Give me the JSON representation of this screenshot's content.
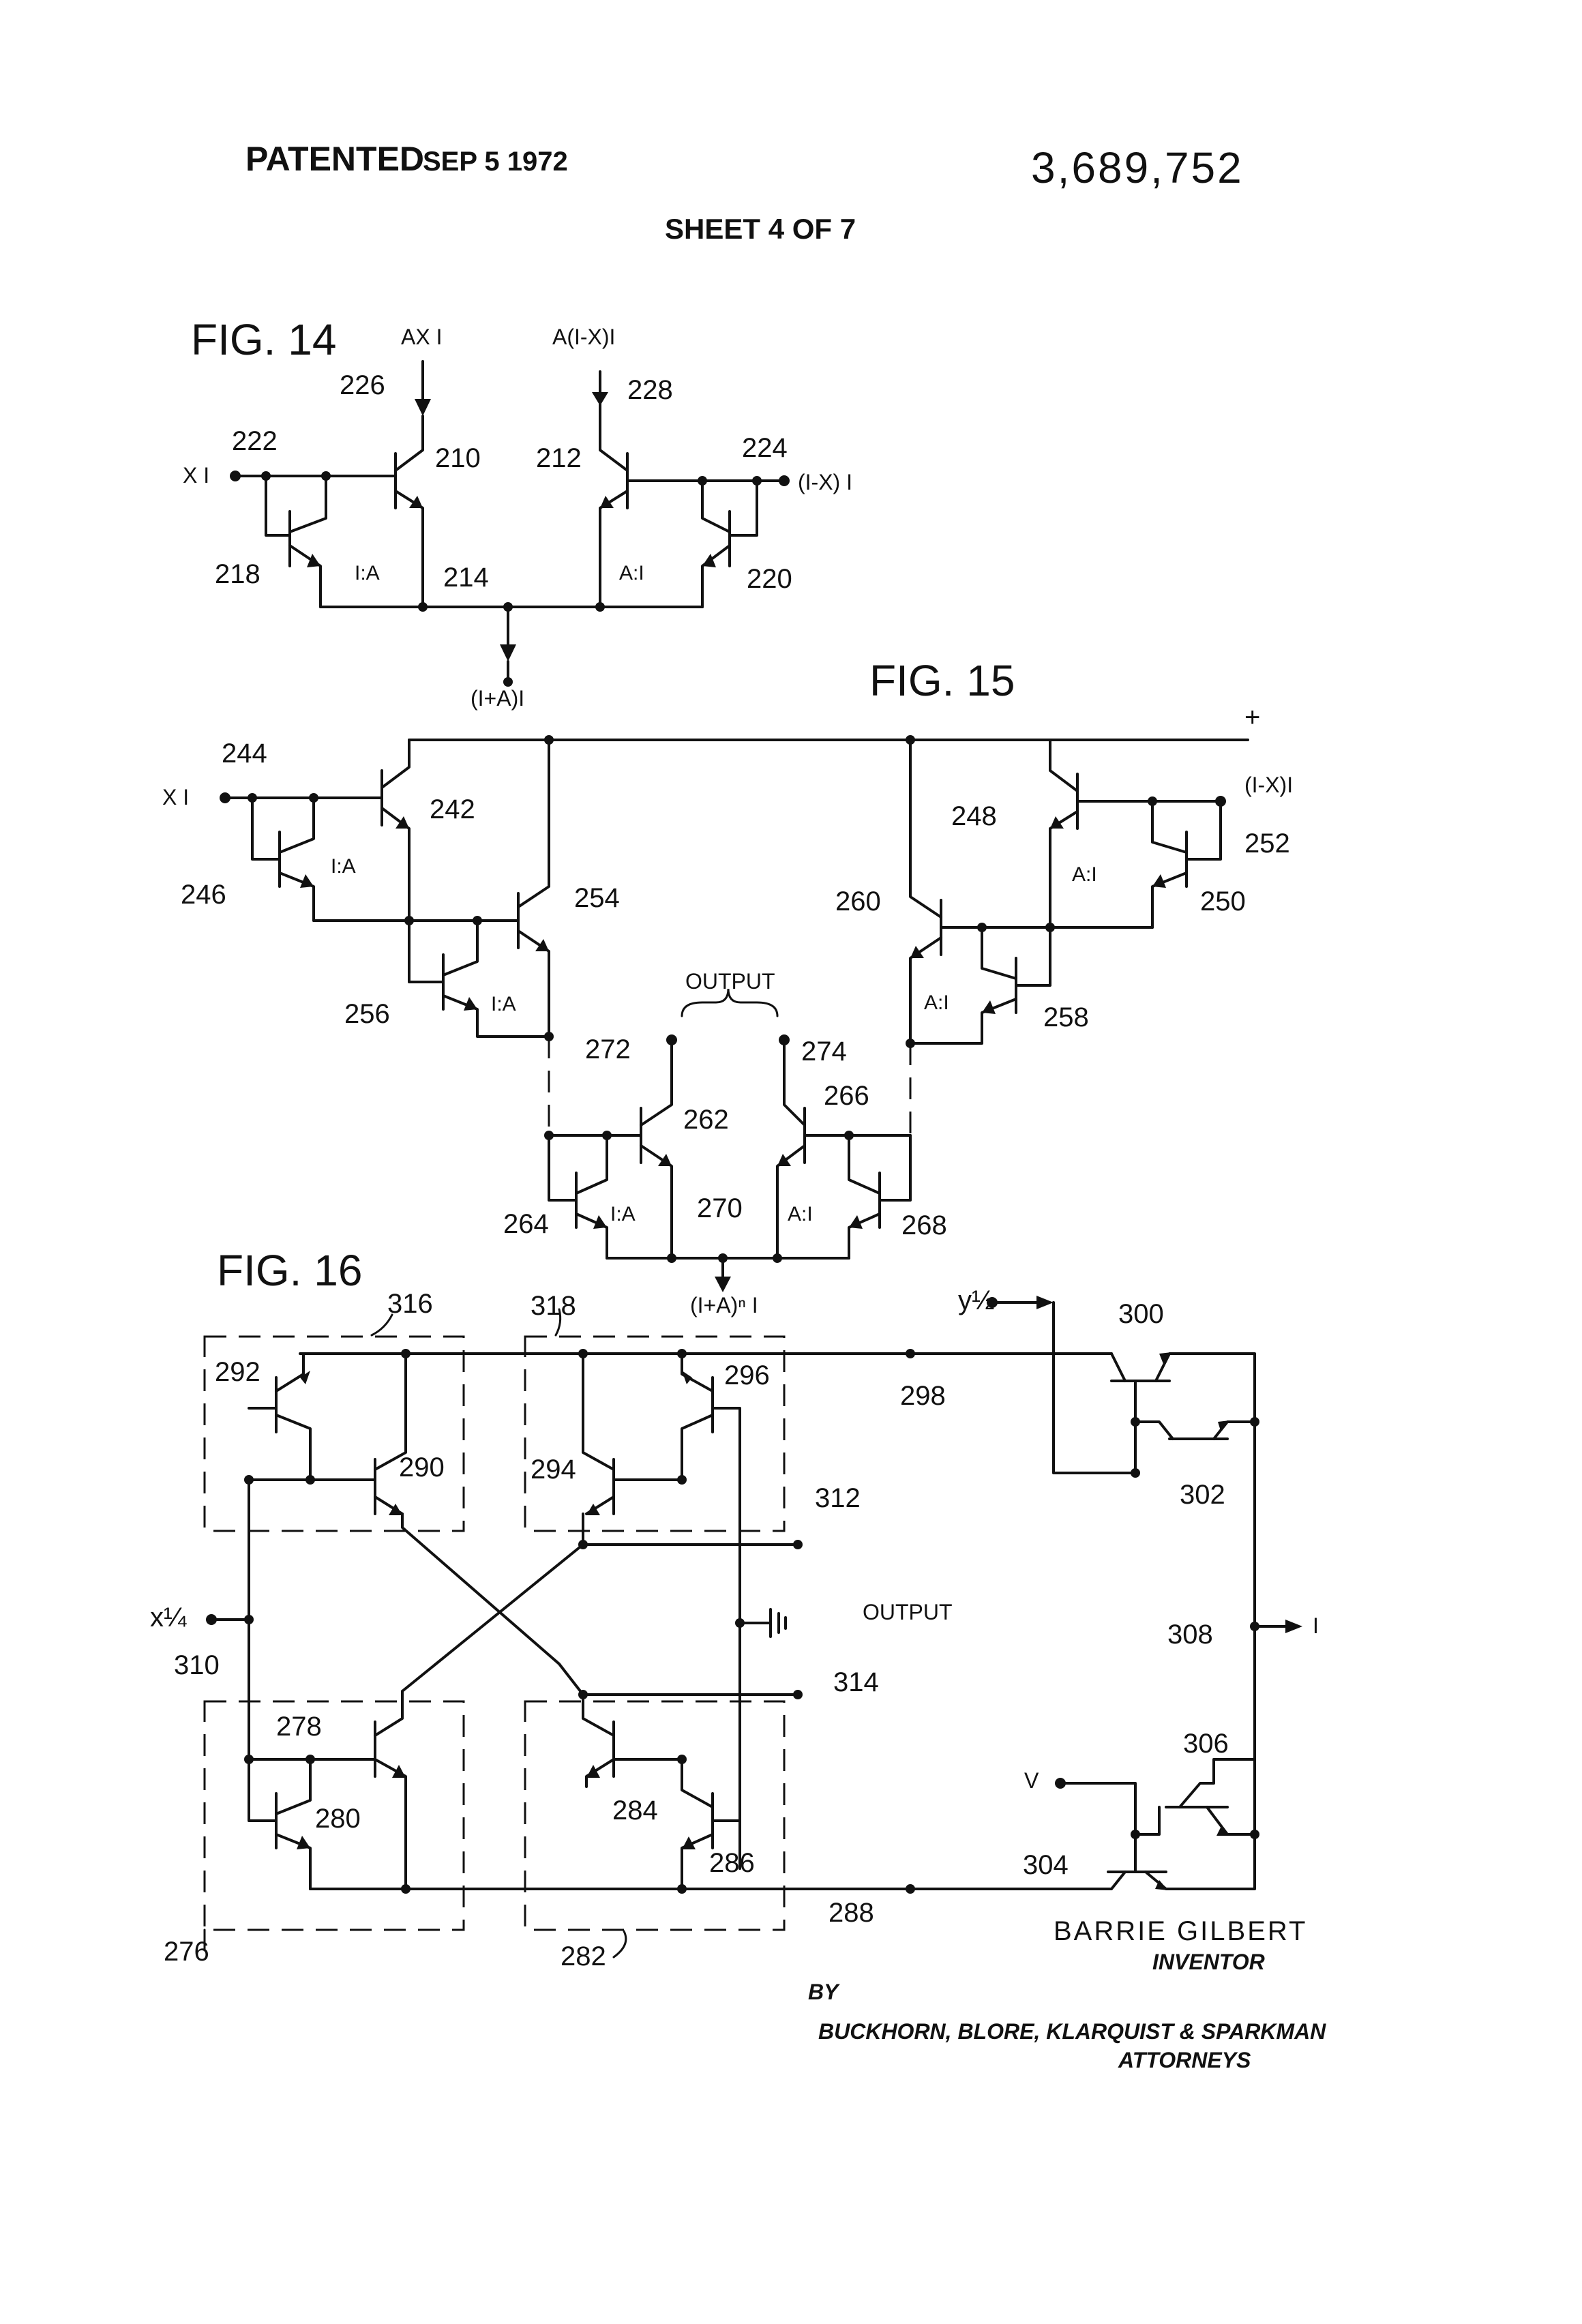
{
  "header": {
    "patented": "PATENTED",
    "date": "SEP 5 1972",
    "patent_number": "3,689,752",
    "sheet": "SHEET 4 OF 7"
  },
  "fig14": {
    "title": "FIG. 14",
    "labels": {
      "ax_i": "AX I",
      "a1x_i": "A(I-X)I",
      "n226": "226",
      "n228": "228",
      "n222": "222",
      "x_i": "X I",
      "n210": "210",
      "n212": "212",
      "n224": "224",
      "one_minus_x_i": "(I-X) I",
      "n218": "218",
      "r1a": "I:A",
      "n214": "214",
      "ra1": "A:I",
      "n220": "220",
      "one_plus_a_i": "(I+A)I"
    }
  },
  "fig15": {
    "title": "FIG. 15",
    "labels": {
      "plus": "+",
      "n244": "244",
      "x_i": "X I",
      "n242": "242",
      "n248": "248",
      "one_minus_x_i": "(I-X)I",
      "n252": "252",
      "n246": "246",
      "r1a_top": "I:A",
      "ra1_top": "A:I",
      "n250": "250",
      "n254": "254",
      "n260": "260",
      "n256": "256",
      "r1a_mid": "I:A",
      "ra1_mid": "A:I",
      "n258": "258",
      "output": "OUTPUT",
      "n272": "272",
      "n274": "274",
      "n262": "262",
      "n266": "266",
      "n264": "264",
      "r1a_bot": "I:A",
      "n270": "270",
      "ra1_bot": "A:I",
      "n268": "268",
      "out_current": "(I+A)ⁿ I"
    }
  },
  "fig16": {
    "title": "FIG. 16",
    "labels": {
      "n316": "316",
      "n318": "318",
      "y_half": "y½",
      "n300": "300",
      "n292": "292",
      "n296": "296",
      "n298": "298",
      "n290": "290",
      "n294": "294",
      "n302": "302",
      "n312": "312",
      "x_quarter": "x¼",
      "n310": "310",
      "output": "OUTPUT",
      "n308": "308",
      "i": "I",
      "n314": "314",
      "n278": "278",
      "n306": "306",
      "n280": "280",
      "n284": "284",
      "v": "V",
      "n286": "286",
      "n304": "304",
      "n288": "288",
      "n276": "276",
      "n282": "282"
    }
  },
  "footer": {
    "inventor_name": "BARRIE GILBERT",
    "inventor_role": "INVENTOR",
    "by": "BY",
    "attorneys_firm": "BUCKHORN, BLORE, KLARQUIST & SPARKMAN",
    "attorneys_role": "ATTORNEYS"
  }
}
